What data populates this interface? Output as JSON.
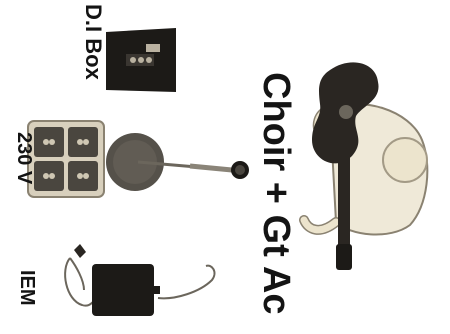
{
  "labels": {
    "di_box": "D.I Box",
    "power": "230 V",
    "iem": "IEM",
    "performer": "Choir + Gt Ac"
  },
  "colors": {
    "ink": "#141414",
    "device_dark": "#1c1a17",
    "panel_fill": "#d8d0bd",
    "socket_fill": "#4a463f",
    "wedge_fill": "#55514a",
    "skin": "#ece4cd",
    "shirt": "#efe9d8",
    "guitar": "#2a2622"
  },
  "icons": {
    "di_box": "di-box-icon",
    "power_outlet": "power-outlet-icon",
    "monitor_wedge": "monitor-wedge-icon",
    "microphone": "microphone-icon",
    "iem_pack": "iem-pack-icon",
    "performer": "guitarist-icon"
  }
}
